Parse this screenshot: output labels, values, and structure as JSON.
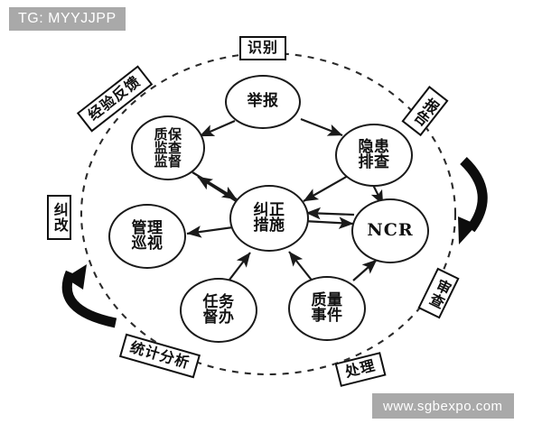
{
  "diagram": {
    "type": "cycle-flow-diagram",
    "background_color": "#ffffff",
    "line_color": "#1a1a1a",
    "title_note": "质量管理闭环流程图",
    "outer_boundary": "dashed-ellipse",
    "nodes": [
      {
        "id": "jubao",
        "label": "举报",
        "shape": "ellipse",
        "script": "cjk"
      },
      {
        "id": "zhibao",
        "label": "质保\n监查\n监督",
        "shape": "ellipse",
        "script": "cjk"
      },
      {
        "id": "yinhuan",
        "label": "隐患\n排查",
        "shape": "ellipse",
        "script": "cjk"
      },
      {
        "id": "jiuzheng",
        "label": "纠正\n措施",
        "shape": "ellipse",
        "script": "cjk"
      },
      {
        "id": "ncr",
        "label": "NCR",
        "shape": "ellipse",
        "script": "latin"
      },
      {
        "id": "guanli",
        "label": "管理\n巡视",
        "shape": "ellipse",
        "script": "cjk"
      },
      {
        "id": "renwu",
        "label": "任务\n督办",
        "shape": "ellipse",
        "script": "cjk"
      },
      {
        "id": "zhiliang",
        "label": "质量\n事件",
        "shape": "ellipse",
        "script": "cjk"
      }
    ],
    "stage_labels": [
      {
        "id": "shibie",
        "label": "识别",
        "position": "top",
        "rotation_deg": 0,
        "orientation": "horizontal"
      },
      {
        "id": "jingyan",
        "label": "经验反馈",
        "position": "top-left",
        "rotation_deg": -38,
        "orientation": "horizontal"
      },
      {
        "id": "baogao",
        "label": "报告",
        "position": "top-right",
        "rotation_deg": 38,
        "orientation": "vertical"
      },
      {
        "id": "shencha",
        "label": "审查",
        "position": "right",
        "rotation_deg": 26,
        "orientation": "vertical"
      },
      {
        "id": "zhengai",
        "label": "纠改",
        "position": "left",
        "rotation_deg": 0,
        "orientation": "vertical"
      },
      {
        "id": "tongji",
        "label": "统计分析",
        "position": "bottom-left",
        "rotation_deg": 16,
        "orientation": "horizontal"
      },
      {
        "id": "chuli",
        "label": "处理",
        "position": "bottom-right",
        "rotation_deg": -14,
        "orientation": "horizontal"
      }
    ],
    "cycle_arrows": [
      {
        "id": "right-arc-arrow",
        "side": "right",
        "direction": "clockwise-downward"
      },
      {
        "id": "left-arc-arrow",
        "side": "left",
        "direction": "clockwise-upward"
      }
    ],
    "connections": [
      {
        "from": "jubao",
        "to": "zhibao"
      },
      {
        "from": "jubao",
        "to": "yinhuan"
      },
      {
        "from": "zhibao",
        "to": "jiuzheng"
      },
      {
        "from": "yinhuan",
        "to": "jiuzheng"
      },
      {
        "from": "yinhuan",
        "to": "ncr"
      },
      {
        "from": "jiuzheng",
        "to": "ncr"
      },
      {
        "from": "ncr",
        "to": "jiuzheng"
      },
      {
        "from": "zhiliang",
        "to": "jiuzheng"
      },
      {
        "from": "zhiliang",
        "to": "ncr"
      },
      {
        "from": "renwu",
        "to": "jiuzheng"
      },
      {
        "from": "jiuzheng",
        "to": "guanli"
      },
      {
        "from": "jiuzheng",
        "to": "zhibao"
      }
    ]
  },
  "watermarks": {
    "top_left": "TG: MYYJJPP",
    "bottom_right": "www.sgbexpo.com",
    "background_color": "#a9a9a9",
    "text_color": "#ffffff"
  }
}
